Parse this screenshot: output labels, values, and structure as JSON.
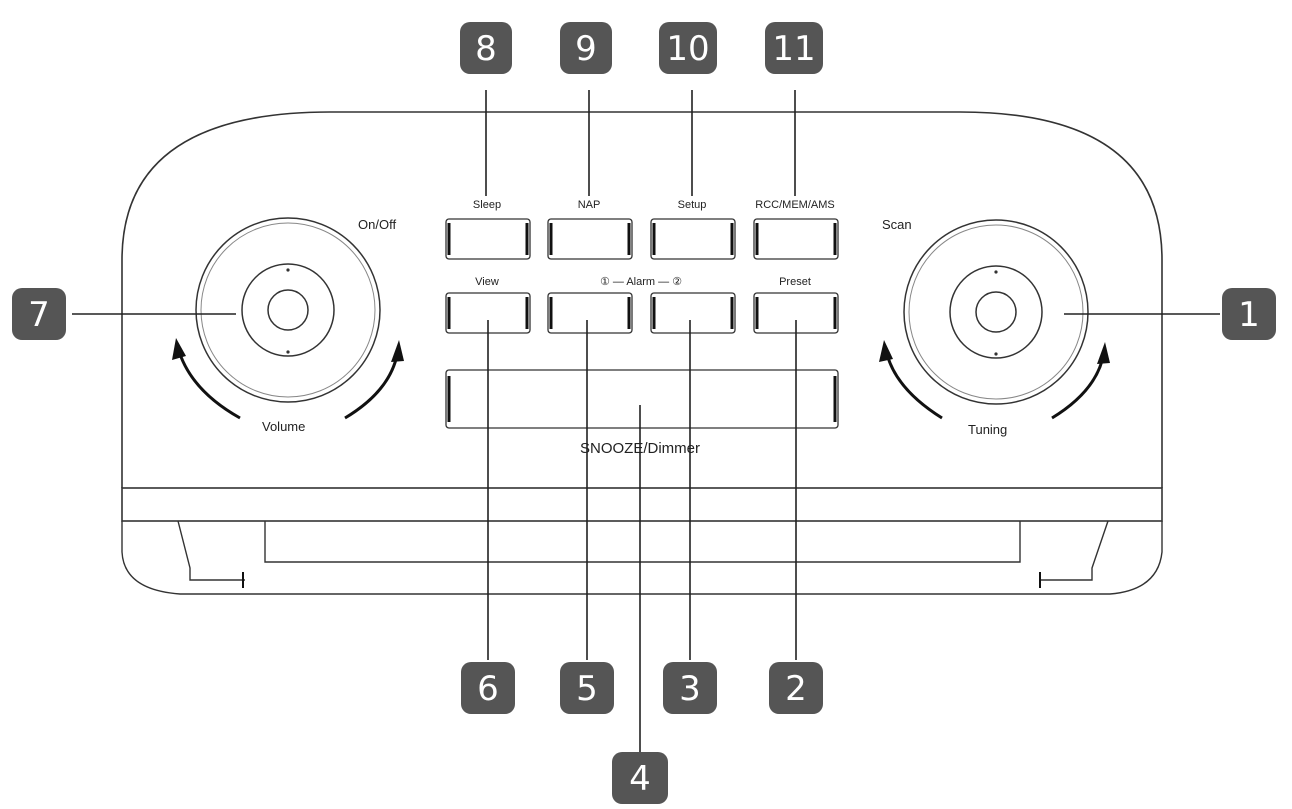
{
  "device": {
    "buttons": {
      "sleep": "Sleep",
      "nap": "NAP",
      "setup": "Setup",
      "rcc": "RCC/MEM/AMS",
      "view": "View",
      "alarm": "① — Alarm — ②",
      "preset": "Preset",
      "snooze": "SNOOZE/Dimmer"
    },
    "knobs": {
      "left_top": "On/Off",
      "left_bottom": "Volume",
      "right_top": "Scan",
      "right_bottom": "Tuning"
    }
  },
  "callouts": {
    "c1": "1",
    "c2": "2",
    "c3": "3",
    "c4": "4",
    "c5": "5",
    "c6": "6",
    "c7": "7",
    "c8": "8",
    "c9": "9",
    "c10": "10",
    "c11": "11"
  },
  "colors": {
    "callout_fill": "#555555",
    "line": "#222222"
  }
}
